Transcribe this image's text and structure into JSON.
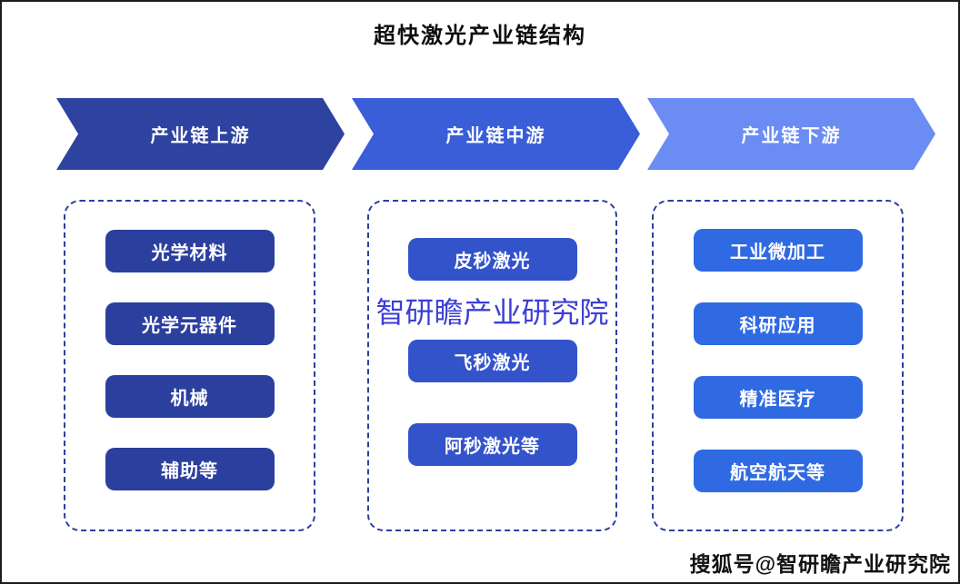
{
  "title": "超快激光产业链结构",
  "colors": {
    "upstream_banner": "#2e429f",
    "midstream_banner": "#3a5ed8",
    "downstream_banner": "#6b8cf2",
    "upstream_item": "#2b3f9e",
    "midstream_item": "#3353cb",
    "downstream_item": "#2f6ae3",
    "panel_dash_border": "#2c3f9e",
    "center_watermark_text": "#3c3fd4"
  },
  "chain": {
    "stages": [
      {
        "label": "产业链上游",
        "banner_color": "#2e429f",
        "item_color": "#2b3f9e",
        "items": [
          "光学材料",
          "光学元器件",
          "机械",
          "辅助等"
        ]
      },
      {
        "label": "产业链中游",
        "banner_color": "#3a5ed8",
        "item_color": "#3353cb",
        "items": [
          "皮秒激光",
          "飞秒激光",
          "阿秒激光等"
        ]
      },
      {
        "label": "产业链下游",
        "banner_color": "#6b8cf2",
        "item_color": "#2f6ae3",
        "items": [
          "工业微加工",
          "科研应用",
          "精准医疗",
          "航空航天等"
        ]
      }
    ]
  },
  "watermarks": {
    "center": "智研瞻产业研究院",
    "footer": "搜狐号@智研瞻产业研究院"
  }
}
